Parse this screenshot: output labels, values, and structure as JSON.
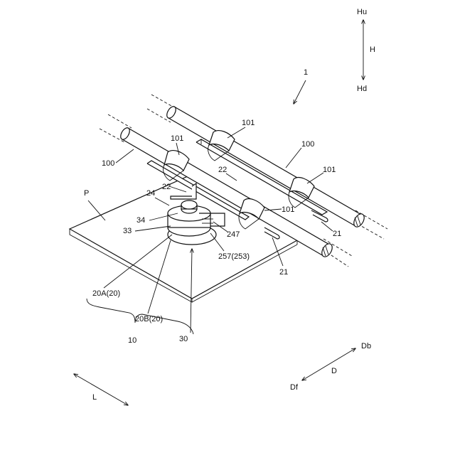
{
  "labels": {
    "hu": "Hu",
    "h": "H",
    "hd": "Hd",
    "fig_ref": "1",
    "wire_upper": "100",
    "wire_lower": "100",
    "band_a": "101",
    "band_b": "101",
    "band_c": "101",
    "band_d": "101",
    "conductor_upper": "22",
    "conductor_lower": "22",
    "lead_24": "24",
    "plate": "P",
    "cap_34": "34",
    "base_33": "33",
    "part_247": "247",
    "part_257": "257(253)",
    "terminal_21_right": "21",
    "terminal_21_bottom": "21",
    "unit_20a": "20A(20)",
    "unit_20b": "20B(20)",
    "assembly_10": "10",
    "part_30": "30",
    "db": "Db",
    "d": "D",
    "df": "Df",
    "l": "L"
  }
}
